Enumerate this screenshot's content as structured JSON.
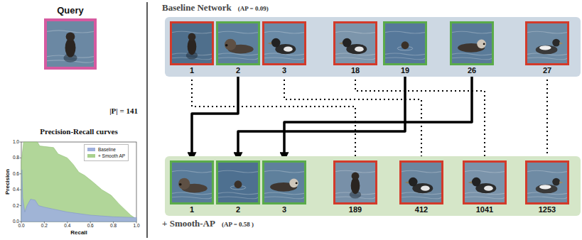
{
  "diagram": {
    "nodes": [
      {
        "text": [
          "Query"
        ]
      },
      {
        "text": [
          "Baseline Network",
          "(AP = 0.09)"
        ]
      },
      {
        "text": [
          "1"
        ],
        "in": 1
      },
      {
        "text": [
          "2"
        ],
        "in": 1
      },
      {
        "text": [
          "3"
        ],
        "in": 1
      },
      {
        "text": [
          "18"
        ],
        "in": 1
      },
      {
        "text": [
          "19"
        ],
        "in": 1
      },
      {
        "text": [
          "26"
        ],
        "in": 1
      },
      {
        "text": [
          "27"
        ],
        "in": 1
      },
      {
        "text": [
          "+ Smooth-AP",
          "(AP = 0.58 )"
        ]
      },
      {
        "text": [
          "1"
        ],
        "in": 9
      },
      {
        "text": [
          "2"
        ],
        "in": 9
      },
      {
        "text": [
          "3"
        ],
        "in": 9
      },
      {
        "text": [
          "189"
        ],
        "in": 9
      },
      {
        "text": [
          "412"
        ],
        "in": 9
      },
      {
        "text": [
          "1041"
        ],
        "in": 9
      },
      {
        "text": [
          "1253"
        ],
        "in": 9
      }
    ],
    "edges": [
      {
        "from": 3,
        "to": 10,
        "arrow": "to"
      },
      {
        "from": 6,
        "to": 11,
        "arrow": "to"
      },
      {
        "from": 7,
        "to": 12,
        "arrow": "to"
      },
      {
        "from": 2,
        "to": 13,
        "arrow": "none"
      },
      {
        "from": 4,
        "to": 14,
        "arrow": "none"
      },
      {
        "from": 5,
        "to": 15,
        "arrow": "none"
      },
      {
        "from": 8,
        "to": 16,
        "arrow": "none"
      }
    ],
    "labels": [
      "|P| = 141",
      "Precision-Recall curves",
      "Precision",
      "Recall",
      "1.0",
      "0.8",
      "0.6",
      "0.4",
      "0.2",
      "0.0",
      "0.0",
      "0.2",
      "0.4",
      "0.6",
      "0.8",
      "1.0"
    ],
    "legend": [
      {
        "text": "Baseline",
        "color": "#9fb0dd"
      },
      {
        "text": "+ Smooth AP",
        "color": "#a9d18e"
      }
    ]
  }
}
